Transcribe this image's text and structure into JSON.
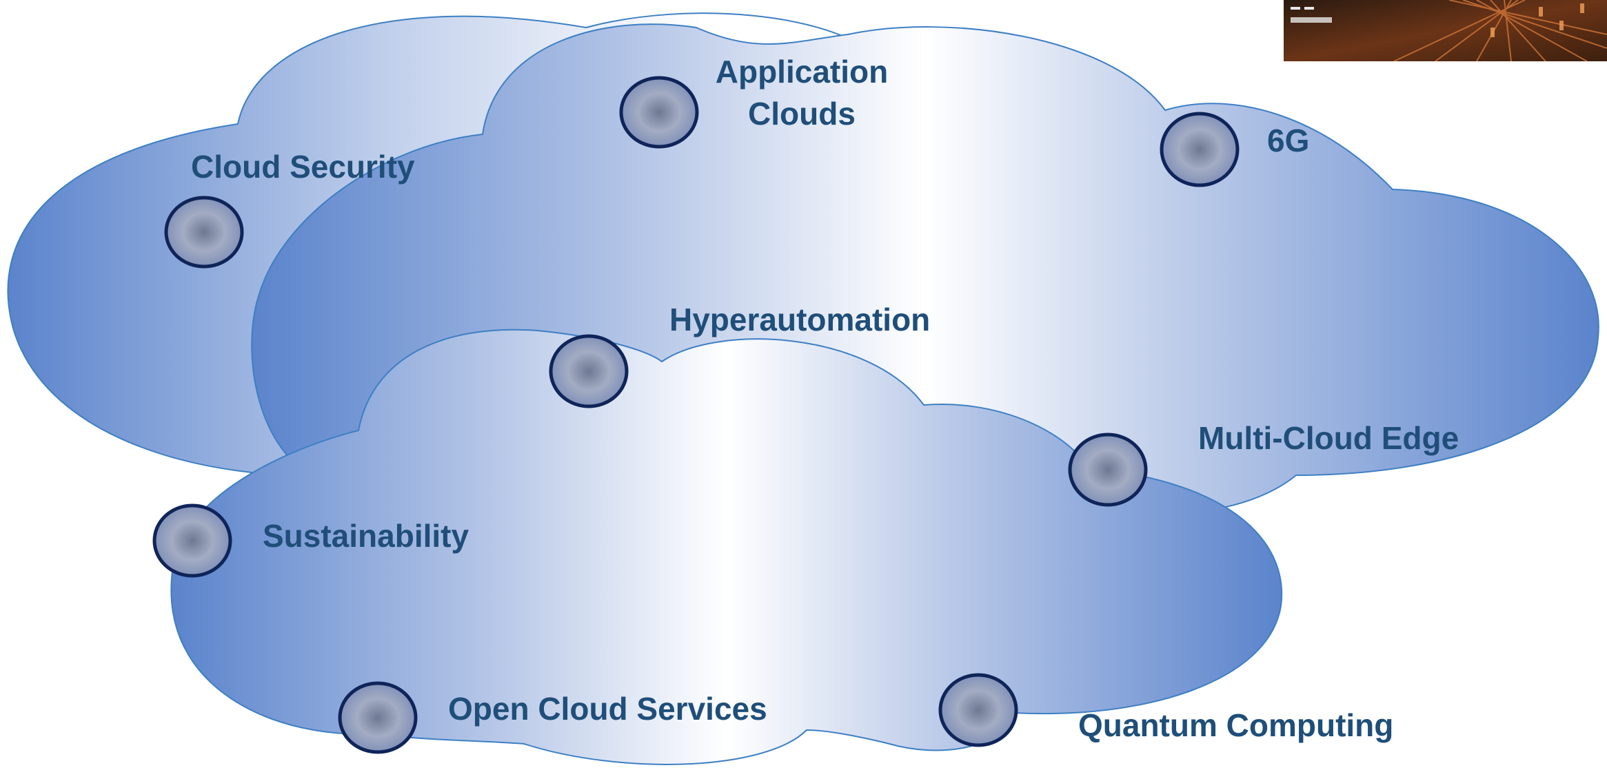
{
  "labels": {
    "application_clouds": "Application\nClouds",
    "six_g": "6G",
    "cloud_security": "Cloud Security",
    "hyperautomation": "Hyperautomation",
    "multi_cloud_edge": "Multi-Cloud Edge",
    "sustainability": "Sustainability",
    "open_cloud_services": "Open Cloud Services",
    "quantum_computing": "Quantum Computing"
  },
  "colors": {
    "cloud_fill_edge": "#5b84cc",
    "cloud_fill_center": "#ffffff",
    "cloud_stroke": "#3d7fc4",
    "node_fill": "#8492b3",
    "node_stroke": "#0f2459",
    "label_text": "#1f4e79"
  },
  "icons": {
    "node": "circle-node-icon",
    "cloud": "cloud-shape-icon",
    "thumbnail": "digital-data-image"
  }
}
